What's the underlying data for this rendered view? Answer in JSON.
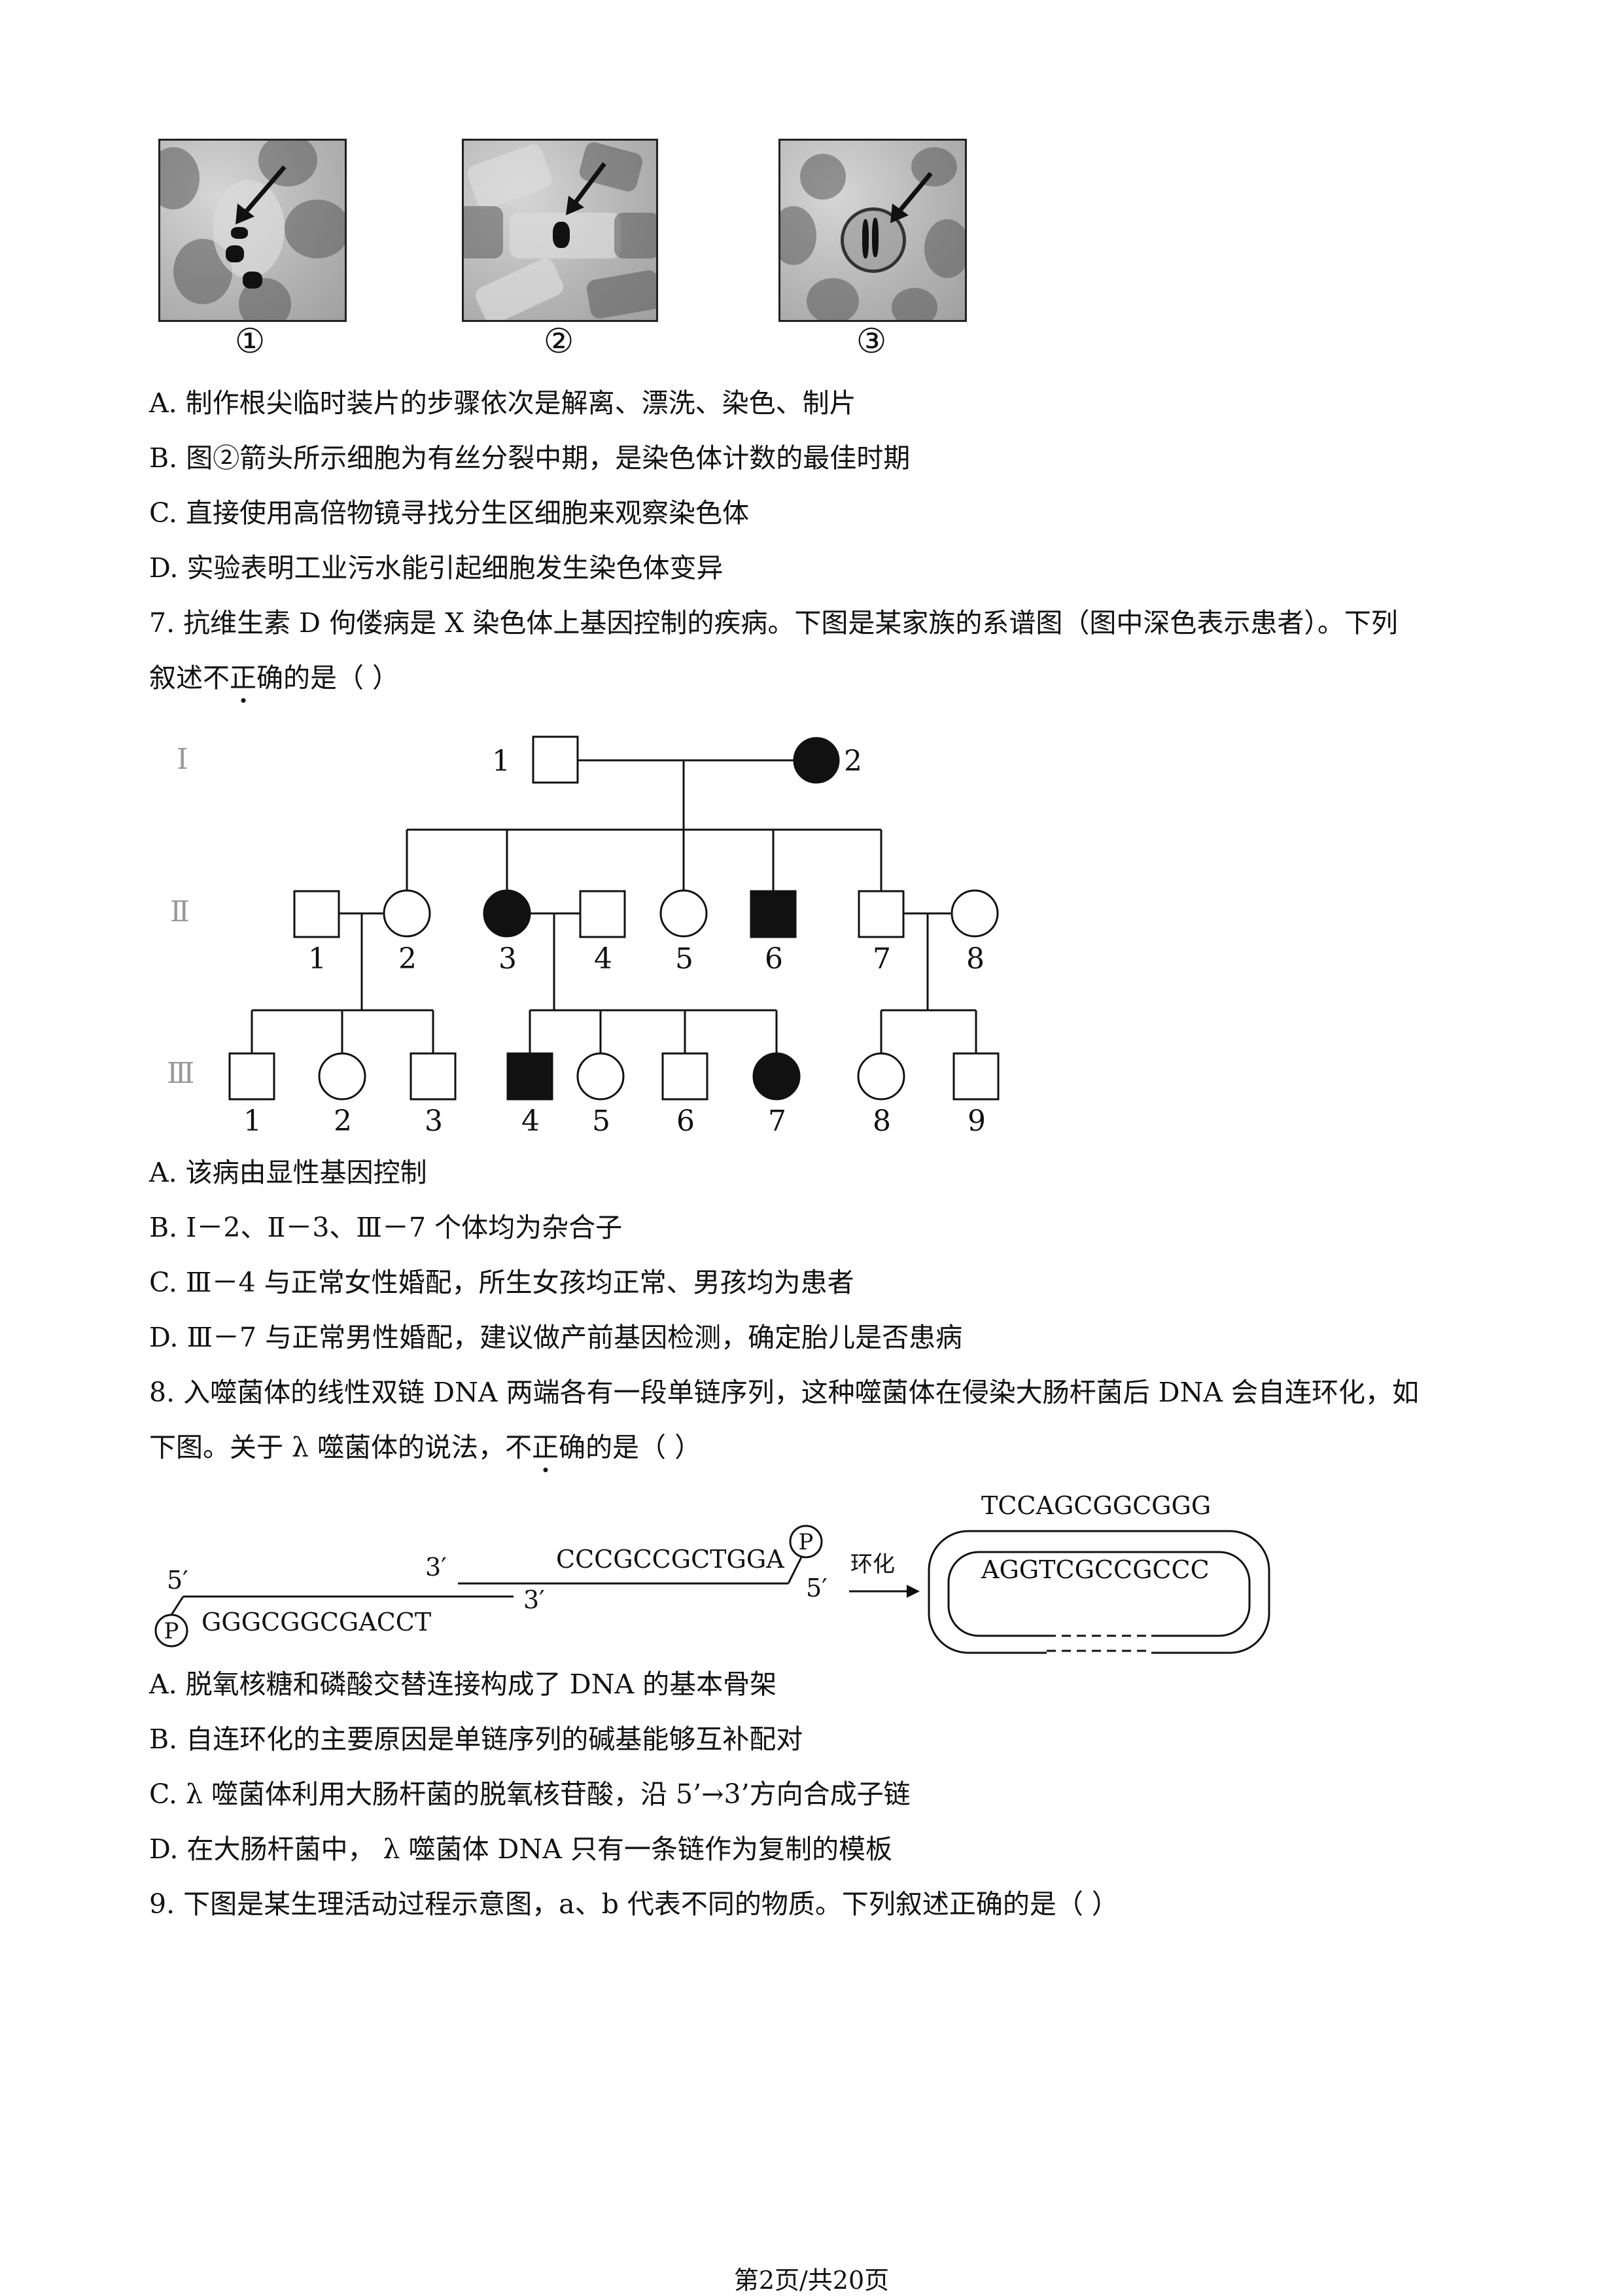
{
  "figure1": {
    "labels": [
      "①",
      "②",
      "③"
    ]
  },
  "q6_options": [
    "A.  制作根尖临时装片的步骤依次是解离、漂洗、染色、制片",
    "B.  图②箭头所示细胞为有丝分裂中期，是染色体计数的最佳时期",
    "C.  直接使用高倍物镜寻找分生区细胞来观察染色体",
    "D.  实验表明工业污水能引起细胞发生染色体变异"
  ],
  "q7": {
    "line1": "7.  抗维生素 D 佝偻病是 X 染色体上基因控制的疾病。下图是某家族的系谱图（图中深色表示患者）。下列",
    "line2_pre": "叙述",
    "line2_emph": "不正确",
    "line2_post": "的是（      ）",
    "options": [
      "A.  该病由显性基因控制",
      "B.  Ⅰ－2、Ⅱ－3、Ⅲ－7 个体均为杂合子",
      "C. Ⅲ－4 与正常女性婚配，所生女孩均正常、男孩均为患者",
      "D. Ⅲ－7 与正常男性婚配，建议做产前基因检测，确定胎儿是否患病"
    ]
  },
  "pedigree": {
    "generations": [
      "Ⅰ",
      "Ⅱ",
      "Ⅲ"
    ],
    "gen1": [
      "1",
      "2"
    ],
    "gen2": [
      "1",
      "2",
      "3",
      "4",
      "5",
      "6",
      "7",
      "8"
    ],
    "gen3": [
      "1",
      "2",
      "3",
      "4",
      "5",
      "6",
      "7",
      "8",
      "9"
    ]
  },
  "q8": {
    "line1": "8.  入噬菌体的线性双链 DNA 两端各有一段单链序列，这种噬菌体在侵染大肠杆菌后 DNA 会自连环化，如",
    "line2_pre": "下图。关于 λ 噬菌体的说法，",
    "line2_emph": "不正确",
    "line2_post": "的是（      ）",
    "options": [
      "A.  脱氧核糖和磷酸交替连接构成了 DNA 的基本骨架",
      "B.  自连环化的主要原因是单链序列的碱基能够互补配对",
      "C.  λ  噬菌体利用大肠杆菌的脱氧核苷酸，沿 5’→3’方向合成子链",
      "D.  在大肠杆菌中，  λ  噬菌体 DNA 只有一条链作为复制的模板"
    ]
  },
  "dna_figure": {
    "top_seq": "CCCGCCGCTGGA",
    "bottom_seq": "GGGCGGCGACCT",
    "p_label": "P",
    "five_prime": "5′",
    "three_prime": "3′",
    "arrow_label": "环化",
    "ring_outer_seq": "TCCAGCGGCGGG",
    "ring_inner_seq": "AGGTCGCCGCCC"
  },
  "q9": {
    "line1": "9.  下图是某生理活动过程示意图，a、b 代表不同的物质。下列叙述正确的是（      ）"
  },
  "footer": "第2页/共20页"
}
